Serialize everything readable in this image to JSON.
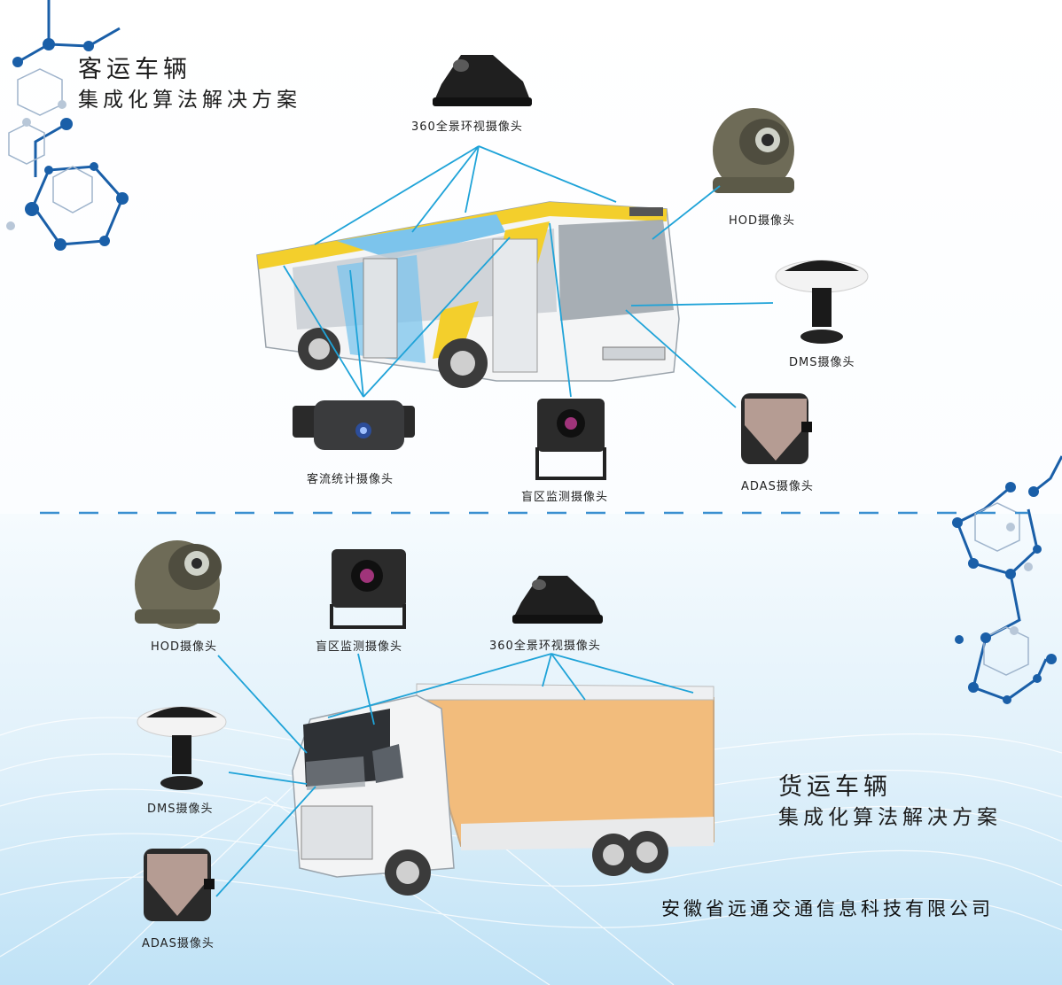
{
  "passenger": {
    "title": "客运车辆",
    "subtitle": "集成化算法解决方案",
    "cameras": {
      "surround": "360全景环视摄像头",
      "hod": "HOD摄像头",
      "dms": "DMS摄像头",
      "passenger_flow": "客流统计摄像头",
      "blind_spot": "盲区监测摄像头",
      "adas": "ADAS摄像头"
    }
  },
  "freight": {
    "title": "货运车辆",
    "subtitle": "集成化算法解决方案",
    "cameras": {
      "hod": "HOD摄像头",
      "blind_spot": "盲区监测摄像头",
      "surround": "360全景环视摄像头",
      "dms": "DMS摄像头",
      "adas": "ADAS摄像头"
    }
  },
  "company": "安徽省远通交通信息科技有限公司",
  "colors": {
    "connector": "#1fa3d8",
    "hex_pattern": "#1a5fa8",
    "divider": "#3a8fd0",
    "bus_yellow": "#f3cf2c",
    "bus_blue": "#7cc4ec",
    "truck_cargo": "#f2bc7c"
  }
}
